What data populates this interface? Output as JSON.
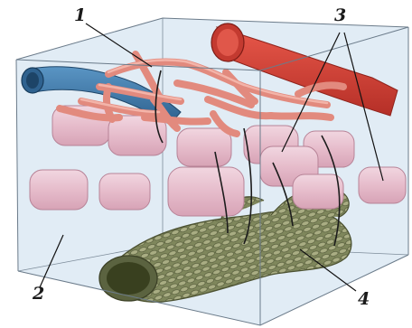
{
  "labels": {
    "l1": "1",
    "l2": "2",
    "l3": "3",
    "l4": "4"
  },
  "parts": [
    {
      "name": "capillary-network",
      "color": "#e98b80"
    },
    {
      "name": "interstitial-space",
      "color": "#c8dced"
    },
    {
      "name": "tissue-cells",
      "color": "#e8c3d2"
    },
    {
      "name": "lymphatic-capillary",
      "color": "#8e956a"
    },
    {
      "name": "artery",
      "color": "#d84438"
    },
    {
      "name": "vein",
      "color": "#3f7eb0"
    }
  ]
}
